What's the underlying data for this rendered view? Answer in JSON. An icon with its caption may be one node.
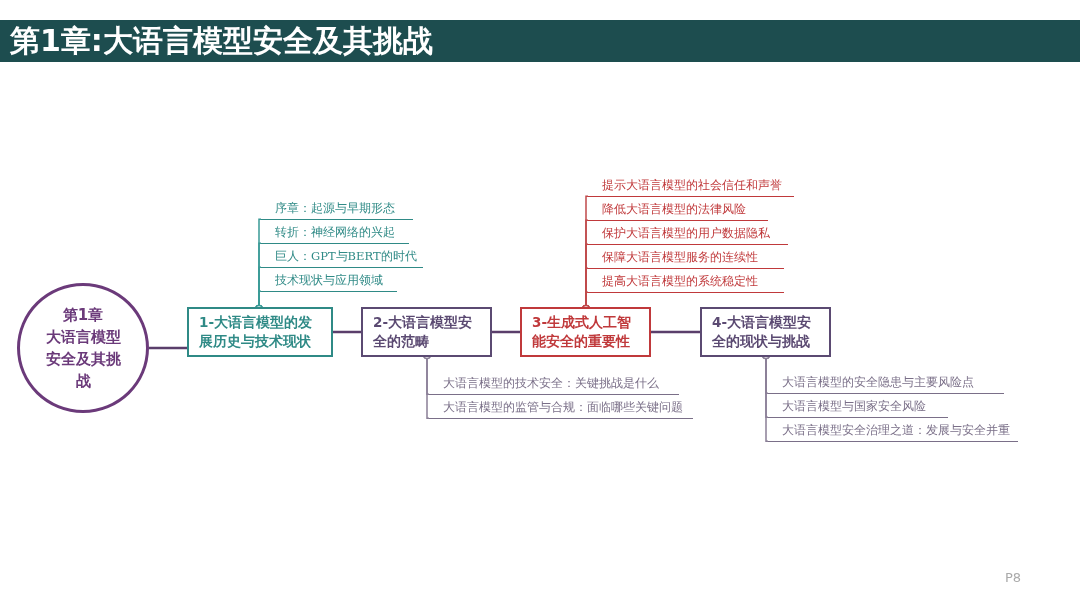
{
  "diagram": {
    "title": "第1章:大语言模型安全及其挑战",
    "nodes": [
      {
        "text": [
          "第1章",
          "大语言模型安全及其挑战"
        ]
      },
      {
        "text": [
          "1-大语言模型的发展历史与技术现状"
        ]
      },
      {
        "text": [
          "序章：起源与早期形态"
        ]
      },
      {
        "text": [
          "转折：神经网络的兴起"
        ]
      },
      {
        "text": [
          "巨人：GPT与BERT的时代"
        ]
      },
      {
        "text": [
          "技术现状与应用领域"
        ]
      },
      {
        "text": [
          "2-大语言模型安全的范畴"
        ]
      },
      {
        "text": [
          "大语言模型的技术安全：关键挑战是什么"
        ]
      },
      {
        "text": [
          "大语言模型的监管与合规：面临哪些关键问题"
        ]
      },
      {
        "text": [
          "3-生成式人工智能安全的重要性"
        ]
      },
      {
        "text": [
          "提示大语言模型的社会信任和声誉"
        ]
      },
      {
        "text": [
          "降低大语言模型的法律风险"
        ]
      },
      {
        "text": [
          "保护大语言模型的用户数据隐私"
        ]
      },
      {
        "text": [
          "保障大语言模型服务的连续性"
        ]
      },
      {
        "text": [
          "提高大语言模型的系统稳定性"
        ]
      },
      {
        "text": [
          "4-大语言模型安全的现状与挑战"
        ]
      },
      {
        "text": [
          "大语言模型的安全隐患与主要风险点"
        ]
      },
      {
        "text": [
          "大语言模型与国家安全风险"
        ]
      },
      {
        "text": [
          "大语言模型安全治理之道：发展与安全并重"
        ]
      }
    ],
    "edges": [
      {
        "from": 0,
        "to": 1,
        "arrow": "none"
      },
      {
        "from": 1,
        "to": 6,
        "arrow": "none"
      },
      {
        "from": 6,
        "to": 9,
        "arrow": "none"
      },
      {
        "from": 9,
        "to": 15,
        "arrow": "none"
      },
      {
        "from": 1,
        "to": 2,
        "arrow": "other",
        "color": "#3a9a96"
      },
      {
        "from": 1,
        "to": 3,
        "arrow": "other",
        "color": "#3a9a96"
      },
      {
        "from": 1,
        "to": 4,
        "arrow": "other",
        "color": "#3a9a96"
      },
      {
        "from": 1,
        "to": 5,
        "arrow": "other",
        "color": "#3a9a96"
      },
      {
        "from": 6,
        "to": 7,
        "arrow": "other",
        "color": "#8a7f96"
      },
      {
        "from": 6,
        "to": 8,
        "arrow": "other",
        "color": "#8a7f96"
      },
      {
        "from": 9,
        "to": 10,
        "arrow": "other",
        "color": "#c0494b"
      },
      {
        "from": 9,
        "to": 11,
        "arrow": "other",
        "color": "#c0494b"
      },
      {
        "from": 9,
        "to": 12,
        "arrow": "other",
        "color": "#c0494b"
      },
      {
        "from": 9,
        "to": 13,
        "arrow": "other",
        "color": "#c0494b"
      },
      {
        "from": 9,
        "to": 14,
        "arrow": "other",
        "color": "#c0494b"
      },
      {
        "from": 15,
        "to": 16,
        "arrow": "other",
        "color": "#8a7f96"
      },
      {
        "from": 15,
        "to": 17,
        "arrow": "other",
        "color": "#8a7f96"
      },
      {
        "from": 15,
        "to": 18,
        "arrow": "other",
        "color": "#8a7f96"
      }
    ],
    "labels": [
      "P8"
    ]
  }
}
